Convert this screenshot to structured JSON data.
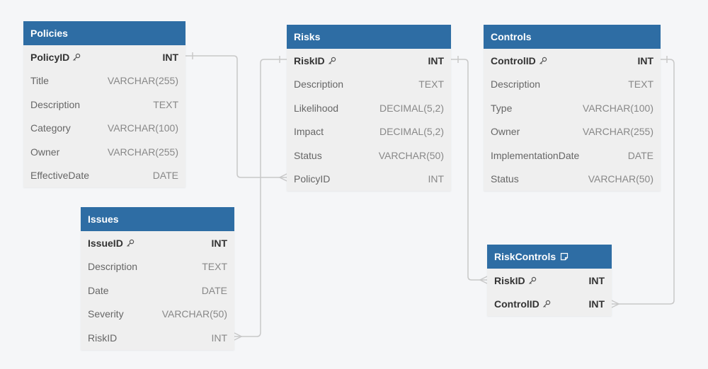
{
  "diagram": {
    "tables": [
      {
        "id": "policies",
        "name": "Policies",
        "has_note": false,
        "columns": [
          {
            "name": "PolicyID",
            "type": "INT",
            "pk": true
          },
          {
            "name": "Title",
            "type": "VARCHAR(255)",
            "pk": false
          },
          {
            "name": "Description",
            "type": "TEXT",
            "pk": false
          },
          {
            "name": "Category",
            "type": "VARCHAR(100)",
            "pk": false
          },
          {
            "name": "Owner",
            "type": "VARCHAR(255)",
            "pk": false
          },
          {
            "name": "EffectiveDate",
            "type": "DATE",
            "pk": false
          }
        ]
      },
      {
        "id": "risks",
        "name": "Risks",
        "has_note": false,
        "columns": [
          {
            "name": "RiskID",
            "type": "INT",
            "pk": true
          },
          {
            "name": "Description",
            "type": "TEXT",
            "pk": false
          },
          {
            "name": "Likelihood",
            "type": "DECIMAL(5,2)",
            "pk": false
          },
          {
            "name": "Impact",
            "type": "DECIMAL(5,2)",
            "pk": false
          },
          {
            "name": "Status",
            "type": "VARCHAR(50)",
            "pk": false
          },
          {
            "name": "PolicyID",
            "type": "INT",
            "pk": false
          }
        ]
      },
      {
        "id": "controls",
        "name": "Controls",
        "has_note": false,
        "columns": [
          {
            "name": "ControlID",
            "type": "INT",
            "pk": true
          },
          {
            "name": "Description",
            "type": "TEXT",
            "pk": false
          },
          {
            "name": "Type",
            "type": "VARCHAR(100)",
            "pk": false
          },
          {
            "name": "Owner",
            "type": "VARCHAR(255)",
            "pk": false
          },
          {
            "name": "ImplementationDate",
            "type": "DATE",
            "pk": false
          },
          {
            "name": "Status",
            "type": "VARCHAR(50)",
            "pk": false
          }
        ]
      },
      {
        "id": "issues",
        "name": "Issues",
        "has_note": false,
        "columns": [
          {
            "name": "IssueID",
            "type": "INT",
            "pk": true
          },
          {
            "name": "Description",
            "type": "TEXT",
            "pk": false
          },
          {
            "name": "Date",
            "type": "DATE",
            "pk": false
          },
          {
            "name": "Severity",
            "type": "VARCHAR(50)",
            "pk": false
          },
          {
            "name": "RiskID",
            "type": "INT",
            "pk": false
          }
        ]
      },
      {
        "id": "riskcontrols",
        "name": "RiskControls",
        "has_note": true,
        "columns": [
          {
            "name": "RiskID",
            "type": "INT",
            "pk": true
          },
          {
            "name": "ControlID",
            "type": "INT",
            "pk": true
          }
        ]
      }
    ],
    "relationships": [
      {
        "from": "policies.PolicyID",
        "to": "risks.PolicyID",
        "type": "one-to-many"
      },
      {
        "from": "risks.RiskID",
        "to": "issues.RiskID",
        "type": "one-to-many"
      },
      {
        "from": "risks.RiskID",
        "to": "riskcontrols.RiskID",
        "type": "one-to-many"
      },
      {
        "from": "controls.ControlID",
        "to": "riskcontrols.ControlID",
        "type": "one-to-many"
      }
    ],
    "colors": {
      "header": "#2e6da4",
      "background": "#f5f6f8",
      "table_body": "#efefef",
      "connector": "#c8c8c8"
    }
  }
}
